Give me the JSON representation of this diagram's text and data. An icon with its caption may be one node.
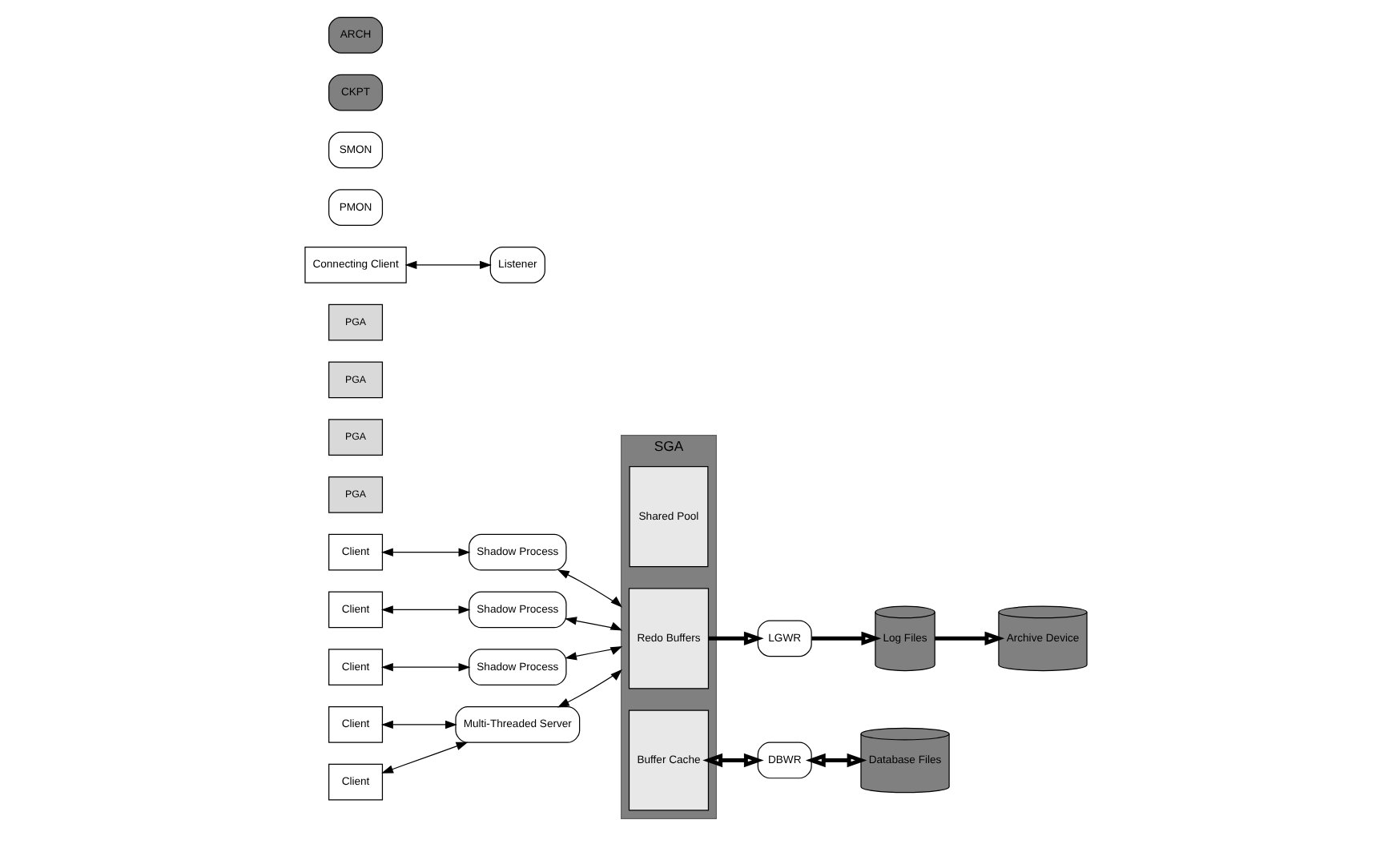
{
  "diagram": {
    "nodes": [
      {
        "text": [
          "Client"
        ]
      },
      {
        "text": [
          "Client"
        ]
      },
      {
        "text": [
          "Client"
        ]
      },
      {
        "text": [
          "Shadow Process"
        ]
      },
      {
        "text": [
          "PGA"
        ]
      },
      {
        "text": [
          "Shadow Process"
        ]
      },
      {
        "text": [
          "PGA"
        ]
      },
      {
        "text": [
          "Shadow Process"
        ]
      },
      {
        "text": [
          "PGA"
        ]
      },
      {
        "text": [
          "Client"
        ]
      },
      {
        "text": [
          "Multi-Threaded Server"
        ]
      },
      {
        "text": [
          "PGA"
        ]
      },
      {
        "text": [
          "Client"
        ]
      },
      {
        "text": [
          "Connecting Client"
        ]
      },
      {
        "text": [
          "Listener"
        ]
      },
      {
        "text": [
          "PMON"
        ]
      },
      {
        "text": [
          "SMON"
        ]
      },
      {
        "text": [
          "SGA"
        ]
      },
      {
        "text": [
          "Shared Pool"
        ],
        "in": 17
      },
      {
        "text": [
          "Redo Buffers"
        ],
        "in": 17
      },
      {
        "text": [
          "Buffer Cache"
        ],
        "in": 17
      },
      {
        "text": [
          "CKPT"
        ]
      },
      {
        "text": [
          "LGWR"
        ]
      },
      {
        "text": [
          "DBWR"
        ]
      },
      {
        "text": [
          "ARCH"
        ]
      },
      {
        "text": [
          "Archive Device"
        ]
      },
      {
        "text": [
          "Log Files"
        ]
      },
      {
        "text": [
          "Database Files"
        ]
      }
    ],
    "edges": [
      {
        "from": 0,
        "to": 3,
        "arrow": "both"
      },
      {
        "from": 1,
        "to": 5,
        "arrow": "both"
      },
      {
        "from": 2,
        "to": 7,
        "arrow": "both"
      },
      {
        "from": 3,
        "to": 17,
        "arrow": "both"
      },
      {
        "from": 5,
        "to": 17,
        "arrow": "both"
      },
      {
        "from": 7,
        "to": 17,
        "arrow": "both"
      },
      {
        "from": 9,
        "to": 10,
        "arrow": "both"
      },
      {
        "from": 12,
        "to": 10,
        "arrow": "both"
      },
      {
        "from": 10,
        "to": 17,
        "arrow": "both"
      },
      {
        "from": 13,
        "to": 14,
        "arrow": "both"
      },
      {
        "from": 19,
        "to": 22,
        "arrow": "to",
        "style": "thick"
      },
      {
        "from": 20,
        "to": 23,
        "arrow": "both",
        "style": "thick"
      },
      {
        "from": 22,
        "to": 26,
        "arrow": "to",
        "style": "thick"
      },
      {
        "from": 23,
        "to": 27,
        "arrow": "both",
        "style": "thick"
      },
      {
        "from": 26,
        "to": 25,
        "arrow": "to",
        "style": "thick"
      }
    ]
  }
}
